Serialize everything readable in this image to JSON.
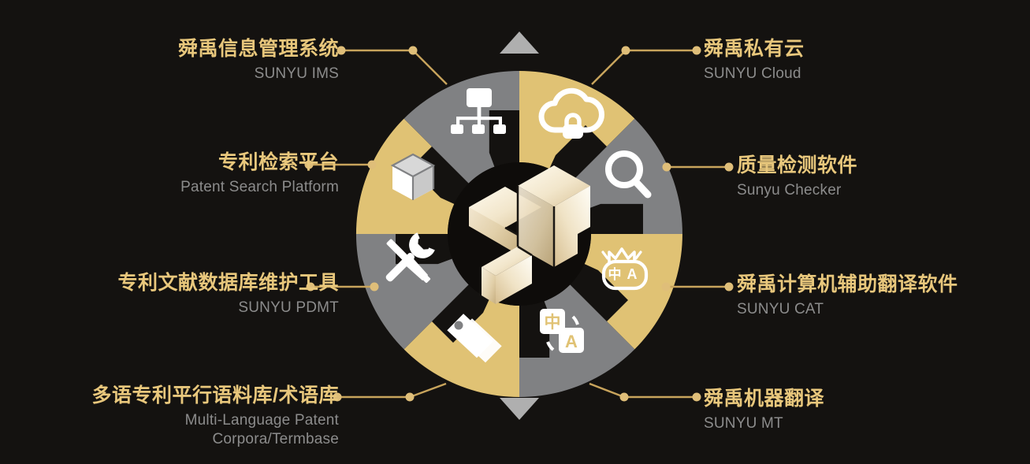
{
  "theme": {
    "background": "#141210",
    "gold": "#E0C274",
    "gold_text": "#E8C77C",
    "gray": "#808183",
    "gray_text": "#8C8C8C",
    "icon_color": "#FFFFFF",
    "connector": "#C8A45C",
    "marker_gray": "#AFAFAF"
  },
  "center": {
    "logo_name": "sunyu-cube-logo",
    "logo_description": "isometric three-block cube logo in cream gradient"
  },
  "ring": {
    "segments": [
      {
        "id": "ims",
        "icon": "org-chart-icon",
        "fill": "gold"
      },
      {
        "id": "cloud",
        "icon": "cloud-lock-icon",
        "fill": "gray"
      },
      {
        "id": "check",
        "icon": "magnifier-icon",
        "fill": "gold"
      },
      {
        "id": "cat",
        "icon": "translate-crown-icon",
        "fill": "gray"
      },
      {
        "id": "mt",
        "icon": "translate-card-icon",
        "fill": "gold"
      },
      {
        "id": "corp",
        "icon": "tags-icon",
        "fill": "gray"
      },
      {
        "id": "pdmt",
        "icon": "tools-icon",
        "fill": "gold"
      },
      {
        "id": "psp",
        "icon": "cube-icon",
        "fill": "gray"
      }
    ],
    "top_marker": "triangle-up-marker",
    "bottom_marker": "triangle-down-marker"
  },
  "labels": {
    "ims": {
      "cn": "舜禹信息管理系统",
      "en": "SUNYU IMS"
    },
    "psp": {
      "cn": "专利检索平台",
      "en": "Patent Search Platform"
    },
    "pdmt": {
      "cn": "专利文献数据库维护工具",
      "en": "SUNYU PDMT"
    },
    "corp": {
      "cn": "多语专利平行语料库/术语库",
      "en_line1": "Multi-Language Patent",
      "en_line2": "Corpora/Termbase"
    },
    "cloud": {
      "cn": "舜禹私有云",
      "en": "SUNYU Cloud"
    },
    "check": {
      "cn": "质量检测软件",
      "en": "Sunyu Checker"
    },
    "cat": {
      "cn": "舜禹计算机辅助翻译软件",
      "en": "SUNYU CAT"
    },
    "mt": {
      "cn": "舜禹机器翻译",
      "en": "SUNYU MT"
    }
  },
  "icon_text": {
    "cat_cn": "中",
    "cat_en": "A",
    "mt_cn": "中",
    "mt_en": "A"
  }
}
